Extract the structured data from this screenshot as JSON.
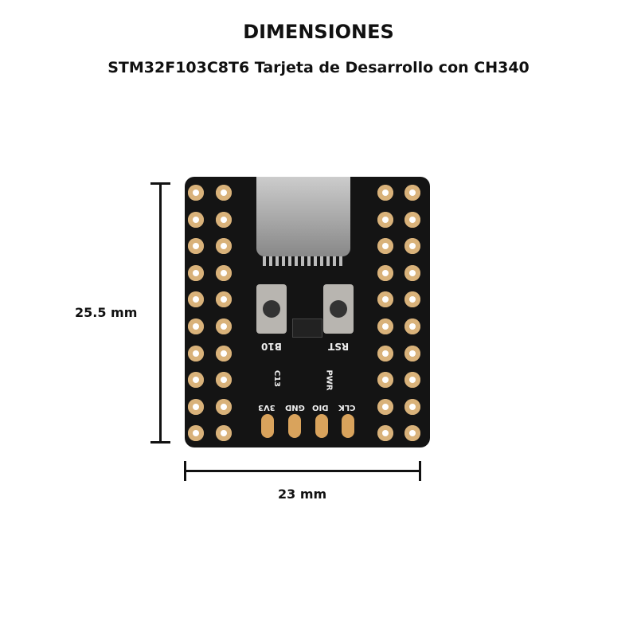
{
  "title": "DIMENSIONES",
  "subtitle": "STM32F103C8T6 Tarjeta de Desarrollo con CH340",
  "dimensions": {
    "height": "25.5 mm",
    "width": "23 mm"
  },
  "board": {
    "buttons": [
      "B10",
      "RST"
    ],
    "edge_pads": [
      "3V3",
      "GND",
      "DIO",
      "CLK"
    ],
    "leds": [
      "C13",
      "PWR"
    ]
  }
}
